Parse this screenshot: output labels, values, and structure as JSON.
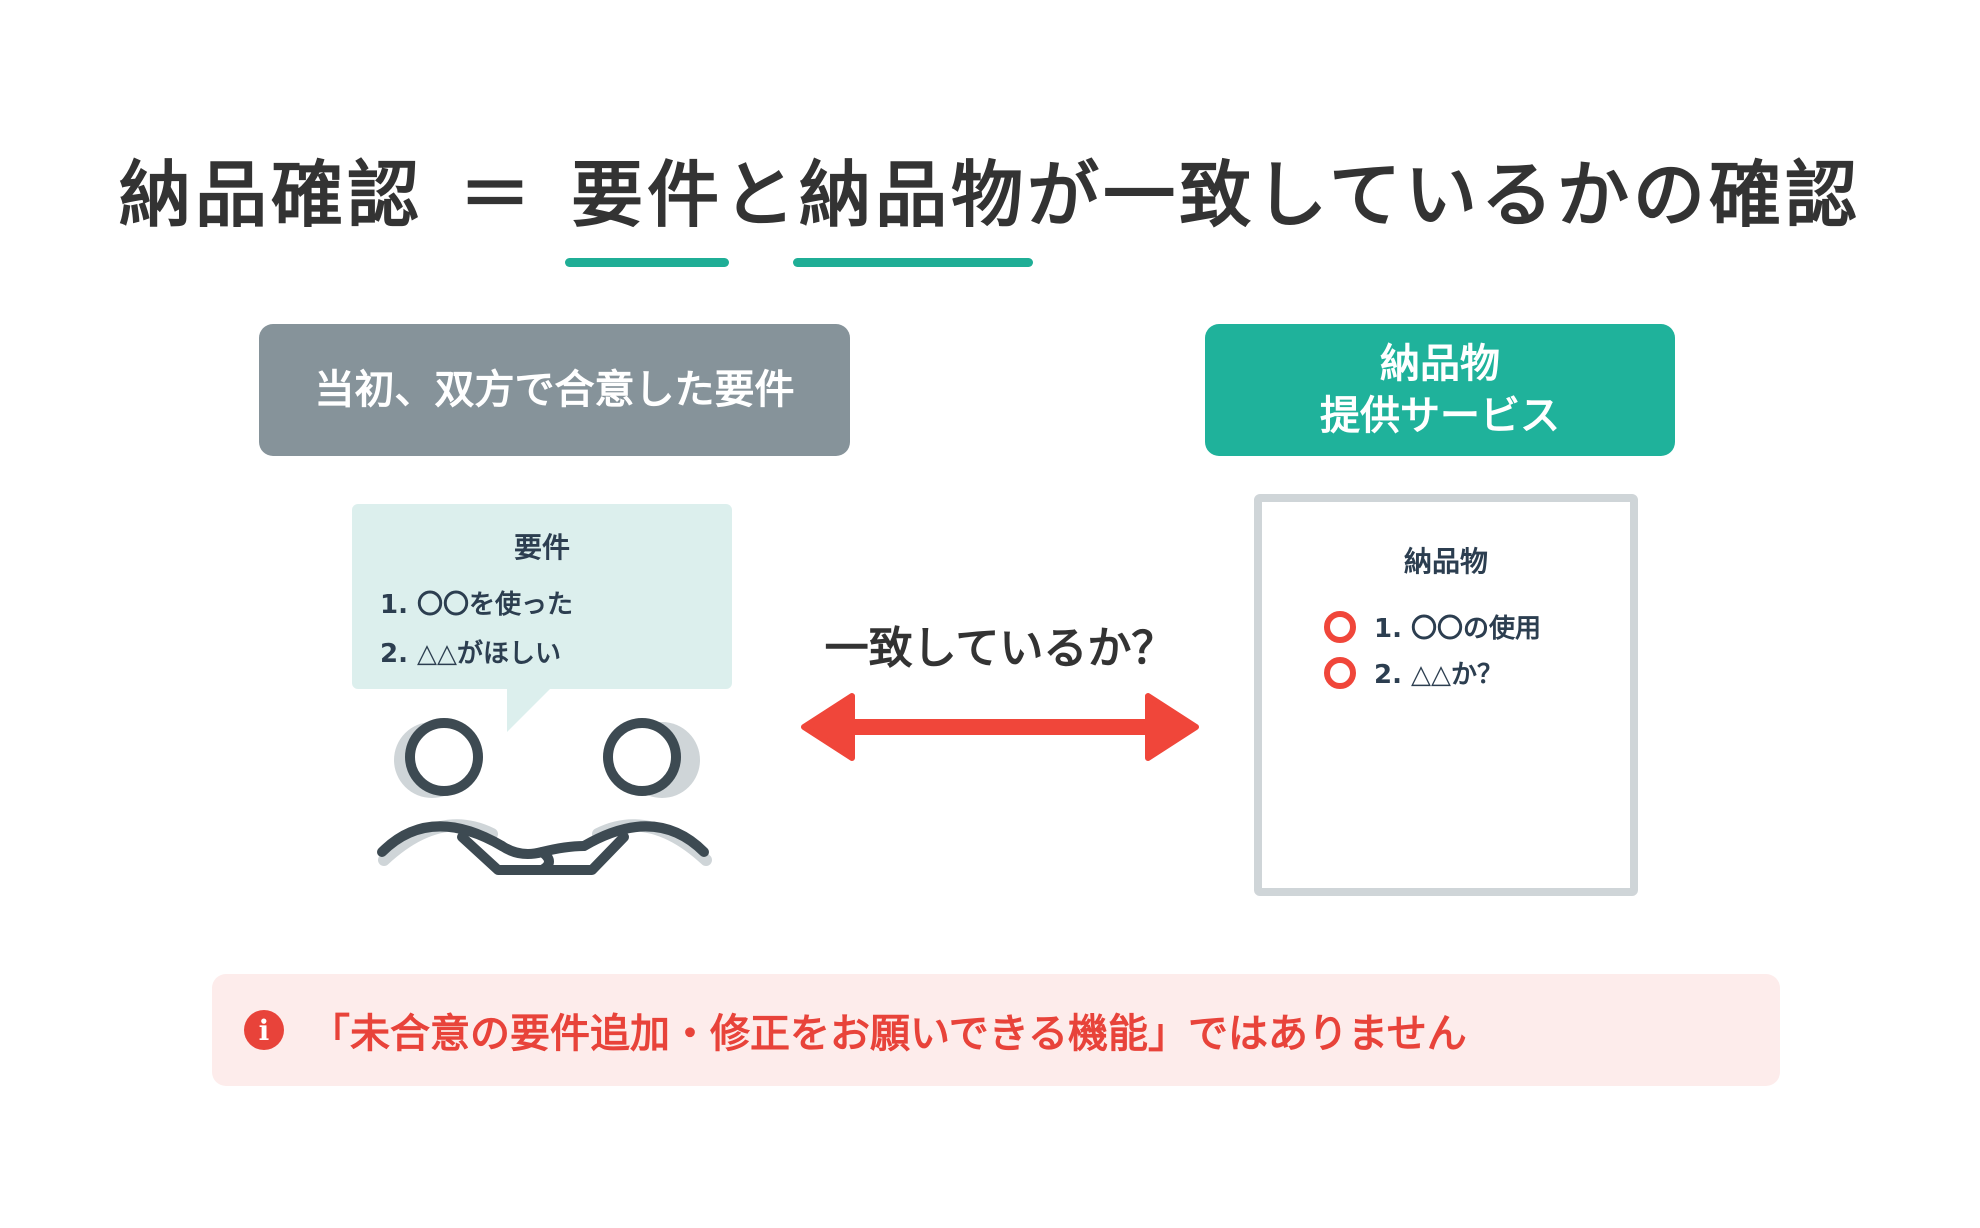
{
  "title": {
    "part1": "納品確認",
    "equals": "＝",
    "part2": "要件",
    "part3": "と",
    "part4": "納品物",
    "part5": "が一致しているかの確認"
  },
  "left_header": "当初、双方で合意した要件",
  "right_header": {
    "line1": "納品物",
    "line2": "提供サービス"
  },
  "bubble": {
    "title": "要件",
    "items": [
      "1. 〇〇を使った",
      "2. △△がほしい"
    ]
  },
  "middle_label": "一致しているか？",
  "document": {
    "title": "納品物",
    "items": [
      "1. 〇〇の使用",
      "2. △△か？"
    ]
  },
  "notice": {
    "icon": "i",
    "text": "「未合意の要件追加・修正をお願いできる機能」ではありません"
  },
  "colors": {
    "accent": "#1fae96",
    "header_gray": "#86939a",
    "header_teal": "#1fb29b",
    "arrow": "#f0463a",
    "notice_bg": "#fdeceb",
    "notice_text": "#e8433a"
  },
  "icons": {
    "people": "people-handshake-icon",
    "arrow": "double-arrow-icon",
    "info": "info-icon"
  }
}
